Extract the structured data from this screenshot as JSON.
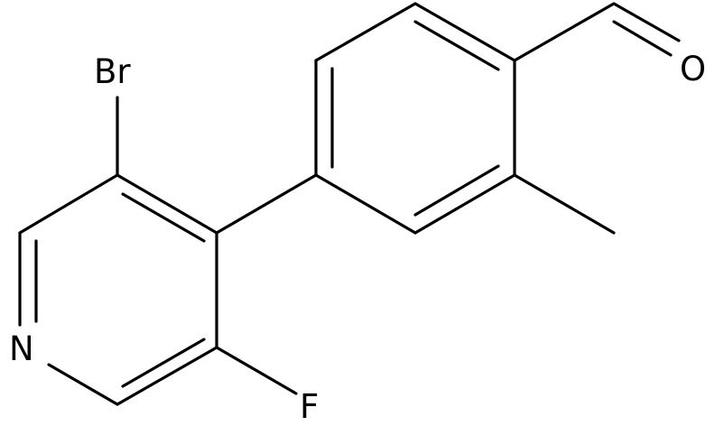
{
  "molecule": {
    "atoms": {
      "bromine": "Br",
      "nitrogen": "N",
      "fluorine": "F",
      "oxygen": "O"
    }
  },
  "colors": {
    "bond": "#000000",
    "label": "#000000",
    "background": "#ffffff"
  }
}
